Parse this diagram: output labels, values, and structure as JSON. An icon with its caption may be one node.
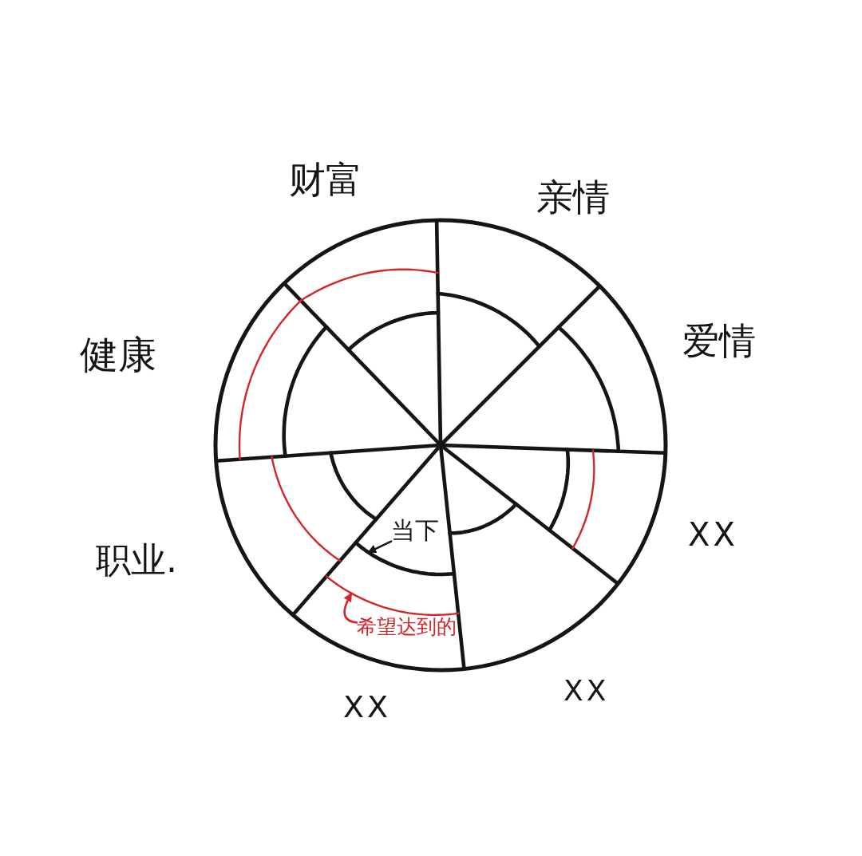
{
  "diagram": {
    "nodes": [
      {
        "text": [
          "当下"
        ]
      },
      {
        "text": [],
        "shape": "arc"
      },
      {
        "text": [
          "希望达到的"
        ]
      },
      {
        "text": [],
        "shape": "arc"
      }
    ],
    "edges": [
      {
        "from": 0,
        "to": 1,
        "arrow": "to"
      },
      {
        "from": 2,
        "to": 3,
        "arrow": "to",
        "color": "#d3262b"
      }
    ],
    "labels": [
      "财富",
      "亲情",
      "健康",
      "爱情",
      "职业.",
      "XX",
      "XX",
      "XX"
    ]
  }
}
